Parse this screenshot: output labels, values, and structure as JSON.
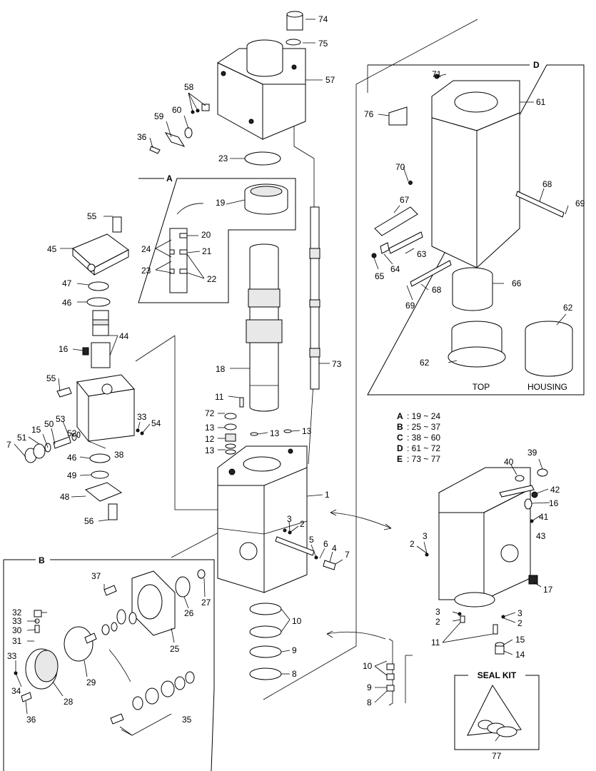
{
  "callouts": {
    "c74": "74",
    "c75": "75",
    "c57": "57",
    "c58": "58",
    "c60": "60",
    "c59": "59",
    "c36a": "36",
    "c23a": "23",
    "c19": "19",
    "c20": "20",
    "c24": "24",
    "c21": "21",
    "c23b": "23",
    "c22": "22",
    "c55a": "55",
    "c45": "45",
    "c47": "47",
    "c46a": "46",
    "c44": "44",
    "c16a": "16",
    "c18": "18",
    "c73": "73",
    "c55b": "55",
    "c11a": "11",
    "c72": "72",
    "c13a": "13",
    "c12": "12",
    "c13b": "13",
    "c13c": "13",
    "c13d": "13",
    "c33a": "33",
    "c54": "54",
    "c52": "52",
    "c53": "53",
    "c50": "50",
    "c15a": "15",
    "c51": "51",
    "c7a": "7",
    "c38": "38",
    "c46b": "46",
    "c49": "49",
    "c48": "48",
    "c56": "56",
    "c1": "1",
    "c3a": "3",
    "c2a": "2",
    "c5": "5",
    "c6": "6",
    "c4": "4",
    "c7b": "7",
    "c37": "37",
    "c32": "32",
    "c33b": "33",
    "c30": "30",
    "c31": "31",
    "c33c": "33",
    "c34": "34",
    "c36b": "36",
    "c28": "28",
    "c29": "29",
    "c25": "25",
    "c26": "26",
    "c27": "27",
    "c35": "35",
    "c10a": "10",
    "c9a": "9",
    "c8a": "8",
    "c10b": "10",
    "c9b": "9",
    "c8b": "8",
    "c71": "71",
    "c61": "61",
    "c76": "76",
    "c70": "70",
    "c68a": "68",
    "c69a": "69",
    "c67": "67",
    "c63": "63",
    "c64": "64",
    "c65": "65",
    "c68b": "68",
    "c69b": "69",
    "c66": "66",
    "c62a": "62",
    "c62b": "62",
    "c39": "39",
    "c40": "40",
    "c42": "42",
    "c16b": "16",
    "c41": "41",
    "c43": "43",
    "c3b": "3",
    "c2b": "2",
    "c17": "17",
    "c3c": "3",
    "c2c": "2",
    "c3d": "3",
    "c2d": "2",
    "c11b": "11",
    "c15b": "15",
    "c14": "14",
    "c77": "77"
  },
  "detail_labels": {
    "A": "A",
    "B": "B",
    "D": "D",
    "top": "TOP",
    "housing": "HOUSING",
    "seal_kit": "SEAL KIT"
  },
  "legend": [
    {
      "key": "A",
      "range": ": 19 ~ 24"
    },
    {
      "key": "B",
      "range": ": 25 ~ 37"
    },
    {
      "key": "C",
      "range": ": 38 ~ 60"
    },
    {
      "key": "D",
      "range": ": 61 ~ 72"
    },
    {
      "key": "E",
      "range": ": 73 ~ 77"
    }
  ]
}
